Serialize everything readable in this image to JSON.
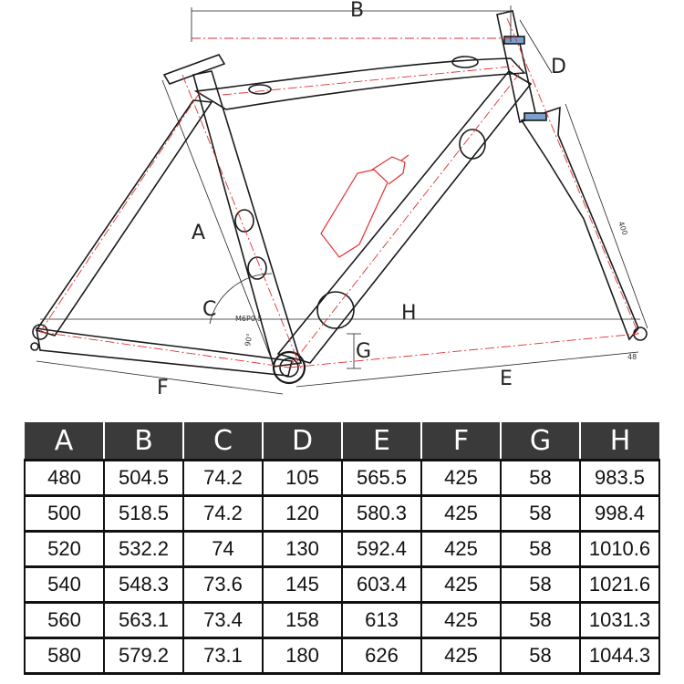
{
  "diagram": {
    "labels": {
      "A": "A",
      "B": "B",
      "C": "C",
      "D": "D",
      "E": "E",
      "F": "F",
      "G": "G",
      "H": "H"
    },
    "small_labels": {
      "fork_length": "400",
      "bb_width": "48",
      "thread": "M6P0.5",
      "angle": "90°"
    },
    "colors": {
      "frame_line": "#1a1a1a",
      "centerline": "#e03030",
      "bottle": "#e03030"
    }
  },
  "table": {
    "headers": [
      "A",
      "B",
      "C",
      "D",
      "E",
      "F",
      "G",
      "H"
    ],
    "rows": [
      [
        "480",
        "504.5",
        "74.2",
        "105",
        "565.5",
        "425",
        "58",
        "983.5"
      ],
      [
        "500",
        "518.5",
        "74.2",
        "120",
        "580.3",
        "425",
        "58",
        "998.4"
      ],
      [
        "520",
        "532.2",
        "74",
        "130",
        "592.4",
        "425",
        "58",
        "1010.6"
      ],
      [
        "540",
        "548.3",
        "73.6",
        "145",
        "603.4",
        "425",
        "58",
        "1021.6"
      ],
      [
        "560",
        "563.1",
        "73.4",
        "158",
        "613",
        "425",
        "58",
        "1031.3"
      ],
      [
        "580",
        "579.2",
        "73.1",
        "180",
        "626",
        "425",
        "58",
        "1044.3"
      ]
    ]
  }
}
